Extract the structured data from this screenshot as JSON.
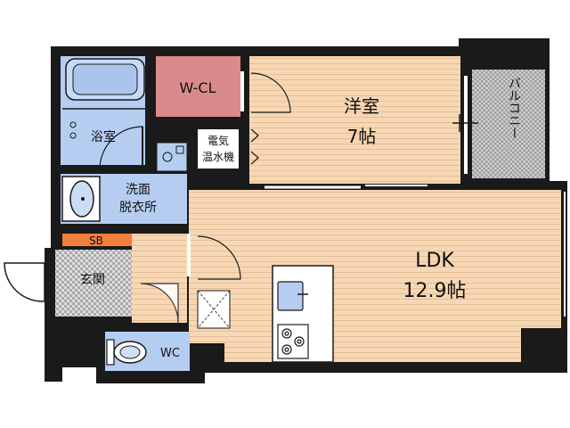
{
  "rooms": {
    "wcl": "W-CL",
    "western": "洋室",
    "western_size": "7帖",
    "balcony": "バルコニー",
    "bath": "浴室",
    "water_heater_1": "電気",
    "water_heater_2": "温水機",
    "washroom_1": "洗面",
    "washroom_2": "脱衣所",
    "sb": "SB",
    "entrance": "玄関",
    "wc": "WC",
    "ldk": "LDK",
    "ldk_size": "12.9帖"
  },
  "colors": {
    "wall": "#1a1a1a",
    "western_floor": "#f7d7b4",
    "ldk_floor": "#f7d7b4",
    "wet_area": "#b6cdf2",
    "closet": "#d98a8a",
    "shoe_box": "#f07f3c",
    "entrance_tile": "#d4d4d4",
    "balcony": "#c9c9c9"
  }
}
